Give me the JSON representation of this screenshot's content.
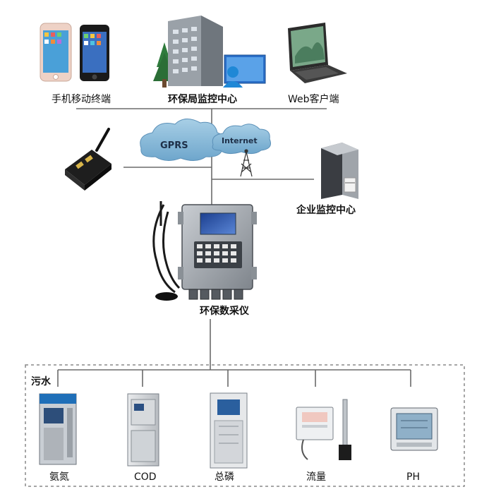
{
  "top": {
    "mobile_label": "手机移动终端",
    "monitor_center_label": "环保局监控中心",
    "web_label": "Web客户端"
  },
  "network": {
    "gprs_label": "GPRS",
    "internet_label": "Internet"
  },
  "enterprise_label": "企业监控中心",
  "collector_label": "环保数采仪",
  "sewage": {
    "group_label": "污水",
    "devices": [
      {
        "label": "氨氮"
      },
      {
        "label": "COD"
      },
      {
        "label": "总磷"
      },
      {
        "label": "流量"
      },
      {
        "label": "PH"
      }
    ]
  }
}
